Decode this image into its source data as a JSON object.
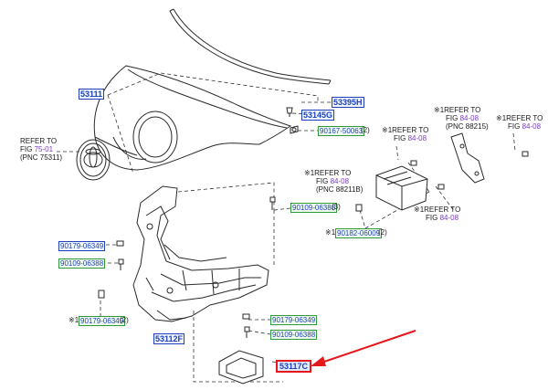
{
  "parts": {
    "p53111": "53111",
    "p53395h": "53395H",
    "p53145g": "53145G",
    "p90167": "90167-50063",
    "p90167_qty": "(2)",
    "p90109_a": "90109-06388",
    "p90109_a_qty": "(3)",
    "p90182": "90182-06009",
    "p90182_qty": "(2)",
    "p90179_a": "90179-06349",
    "p90109_b": "90109-06388",
    "p90179_b": "90179-06349",
    "p90179_b_qty": "(2)",
    "p90179_c": "90179-06349",
    "p90109_c": "90109-06388",
    "p53112f": "53112F",
    "p53117c": "53117C"
  },
  "notes": {
    "mark": "※1",
    "refer_to": "REFER TO",
    "fig": "FIG",
    "fig_84_08": "84-08",
    "fig_75_01": "75-01",
    "pnc_75311": "(PNC 75311)",
    "pnc_88215": "(PNC 88215)",
    "pnc_88211b": "(PNC 88211B)"
  },
  "colors": {
    "outline": "#2a2a2a",
    "leader": "#333333",
    "callout_arrow": "#e5161c",
    "pn_blue": "#1f3fbf",
    "link_purple": "#7a3cc4"
  }
}
